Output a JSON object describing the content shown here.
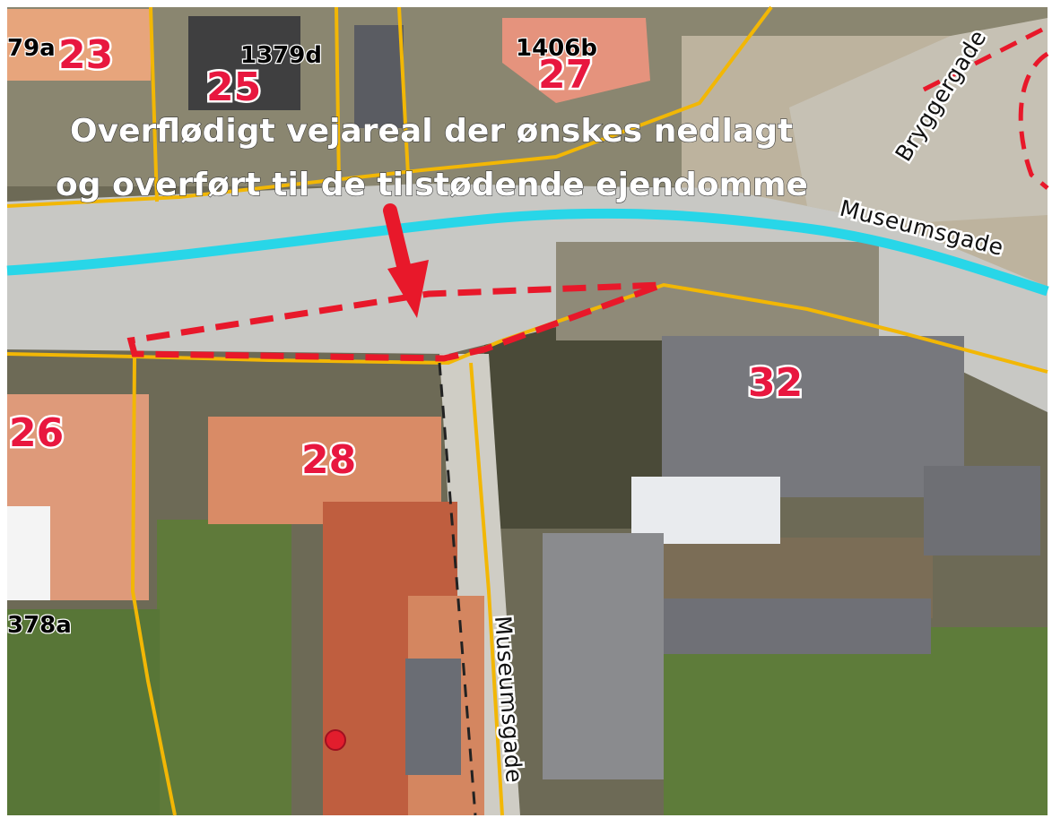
{
  "map": {
    "annotation": {
      "line1": "Overflødigt vejareal der ønskes nedlagt",
      "line2": "og overført til de tilstødende ejendomme"
    },
    "streets": {
      "north": "Museumsgade",
      "south": "Museumsgade",
      "northeast": "Bryggergade"
    },
    "parcel_numbers": {
      "p23": "23",
      "p25": "25",
      "p27": "27",
      "p26": "26",
      "p28": "28",
      "p32": "32"
    },
    "cadastral_ids": {
      "c79a": "79a",
      "c1379d": "1379d",
      "c1406b": "1406b",
      "c378a": "378a"
    },
    "colors": {
      "parcel_boundary": "#f2b705",
      "road_centerline": "#28d6e8",
      "highlight": "#e8182a",
      "parcel_number": "#e8173f"
    },
    "icons": {
      "pointer": "red-arrow-icon",
      "marker": "red-dot-icon"
    }
  }
}
